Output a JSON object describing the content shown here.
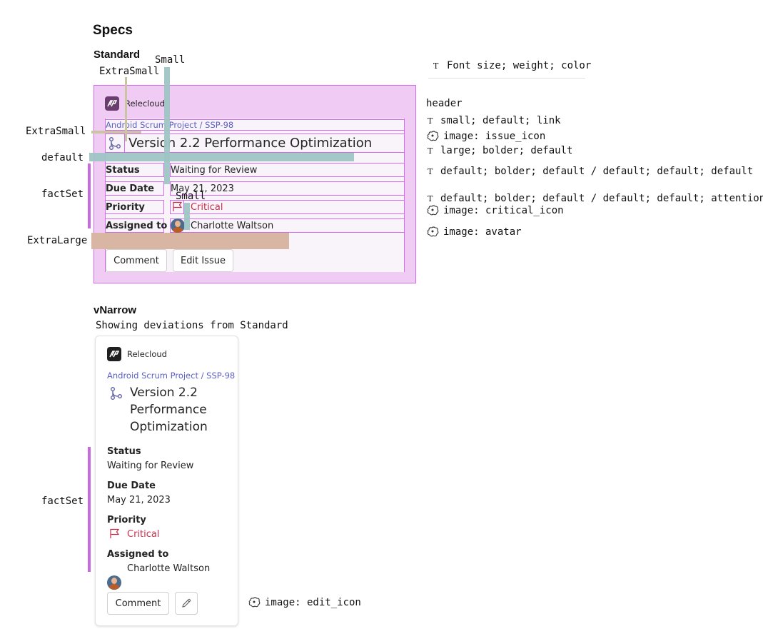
{
  "title": "Specs",
  "standard": {
    "heading": "Standard",
    "labels": {
      "small_top": "Small",
      "extrasmall_top": "ExtraSmall",
      "extrasmall_left": "ExtraSmall",
      "default_left": "default",
      "factset_left": "factSet",
      "small_mid": "Small",
      "extralarge_left": "ExtraLarge"
    },
    "card": {
      "app_name": "Relecloud",
      "breadcrumb": "Android Scrum Project / SSP-98",
      "issue_title": "Version 2.2 Performance Optimization",
      "facts": [
        {
          "label": "Status",
          "value": "Waiting for Review"
        },
        {
          "label": "Due Date",
          "value": "May 21, 2023"
        },
        {
          "label": "Priority",
          "value": "Critical"
        },
        {
          "label": "Assigned to",
          "value": "Charlotte Waltson"
        }
      ],
      "buttons": {
        "comment": "Comment",
        "edit": "Edit Issue"
      }
    }
  },
  "legend": {
    "header_row": "Font size; weight; color",
    "header_label": "header",
    "lines": [
      "small; default; link",
      "image: issue_icon",
      "large; bolder; default",
      "default; bolder; default / default; default; default",
      "default; bolder; default / default; default; attention",
      "image: critical_icon",
      "image: avatar"
    ]
  },
  "vnarrow": {
    "heading": "vNarrow",
    "subheading": "Showing deviations from Standard",
    "factset_left": "factSet",
    "card": {
      "app_name": "Relecloud",
      "breadcrumb": "Android Scrum Project / SSP-98",
      "issue_title_lines": [
        "Version 2.2",
        "Performance",
        "Optimization"
      ],
      "facts": [
        {
          "label": "Status",
          "value": "Waiting for Review"
        },
        {
          "label": "Due Date",
          "value": "May 21, 2023"
        },
        {
          "label": "Priority",
          "value": "Critical"
        },
        {
          "label": "Assigned to",
          "value": "Charlotte Waltson"
        }
      ],
      "buttons": {
        "comment": "Comment"
      }
    },
    "edit_icon_label": "image: edit_icon"
  },
  "colors": {
    "pink_fill": "#f0ccf5",
    "pink_border": "#d36bf0",
    "teal": "#9fc4c5",
    "tan": "#d9b5a4",
    "olive": "#c8c5a0",
    "purple_bar": "#c769e0",
    "link": "#5b5fc7",
    "attention": "#c4314b"
  }
}
